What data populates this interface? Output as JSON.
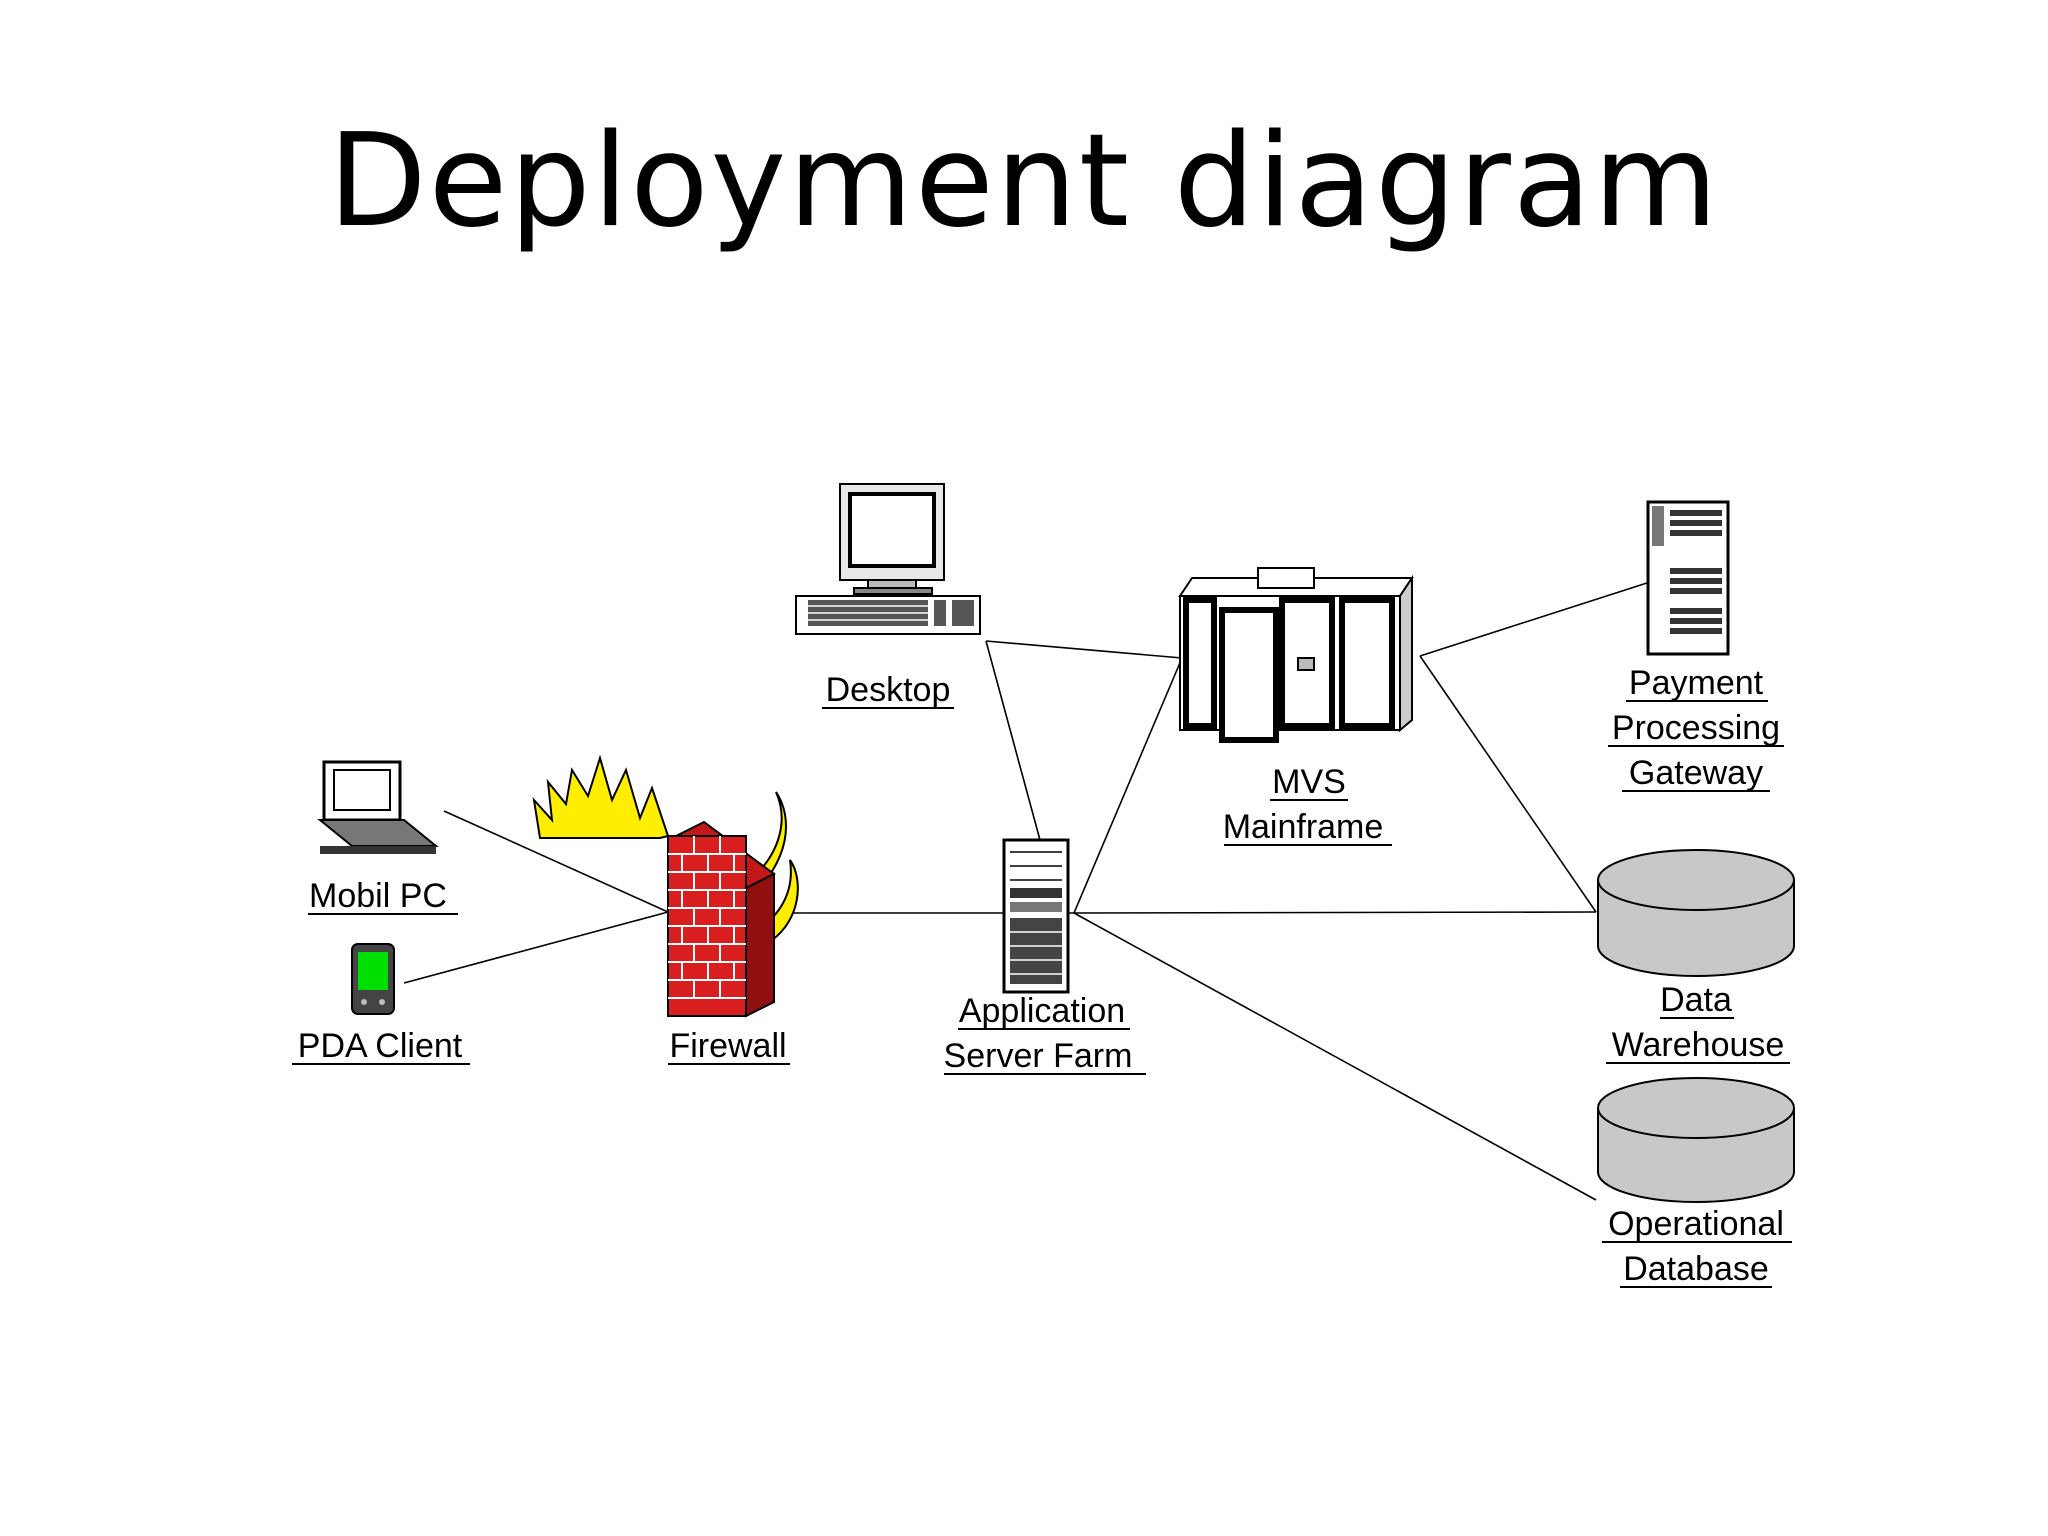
{
  "slide": {
    "title": "Deployment diagram"
  },
  "nodes": {
    "desktop": {
      "label_lines": [
        "Desktop"
      ]
    },
    "mainframe": {
      "label_lines": [
        "MVS",
        "Mainframe "
      ]
    },
    "payment_gateway": {
      "label_lines": [
        "Payment",
        "Processing ",
        "Gateway"
      ]
    },
    "mobile_pc": {
      "label_lines": [
        "Mobil PC "
      ]
    },
    "pda_client": {
      "label_lines": [
        "PDA Client"
      ]
    },
    "firewall": {
      "label_lines": [
        "Firewall"
      ]
    },
    "app_server_farm": {
      "label_lines": [
        "Application",
        "Server Farm "
      ]
    },
    "data_warehouse": {
      "label_lines": [
        "Data",
        "Warehouse"
      ]
    },
    "operational_db": {
      "label_lines": [
        "Operational",
        "Database"
      ]
    }
  },
  "connections": [
    {
      "from": "mobile_pc",
      "to": "firewall"
    },
    {
      "from": "pda_client",
      "to": "firewall"
    },
    {
      "from": "firewall",
      "to": "app_server_farm"
    },
    {
      "from": "desktop",
      "to": "mainframe"
    },
    {
      "from": "desktop",
      "to": "app_server_farm"
    },
    {
      "from": "app_server_farm",
      "to": "mainframe"
    },
    {
      "from": "mainframe",
      "to": "payment_gateway"
    },
    {
      "from": "mainframe",
      "to": "data_warehouse"
    },
    {
      "from": "app_server_farm",
      "to": "data_warehouse"
    },
    {
      "from": "app_server_farm",
      "to": "operational_db"
    }
  ],
  "colors": {
    "line": "#000000",
    "brick": "#d81e1e",
    "flame": "#ffee00",
    "pda_screen": "#00e000",
    "disk": "#c8c8c8"
  }
}
